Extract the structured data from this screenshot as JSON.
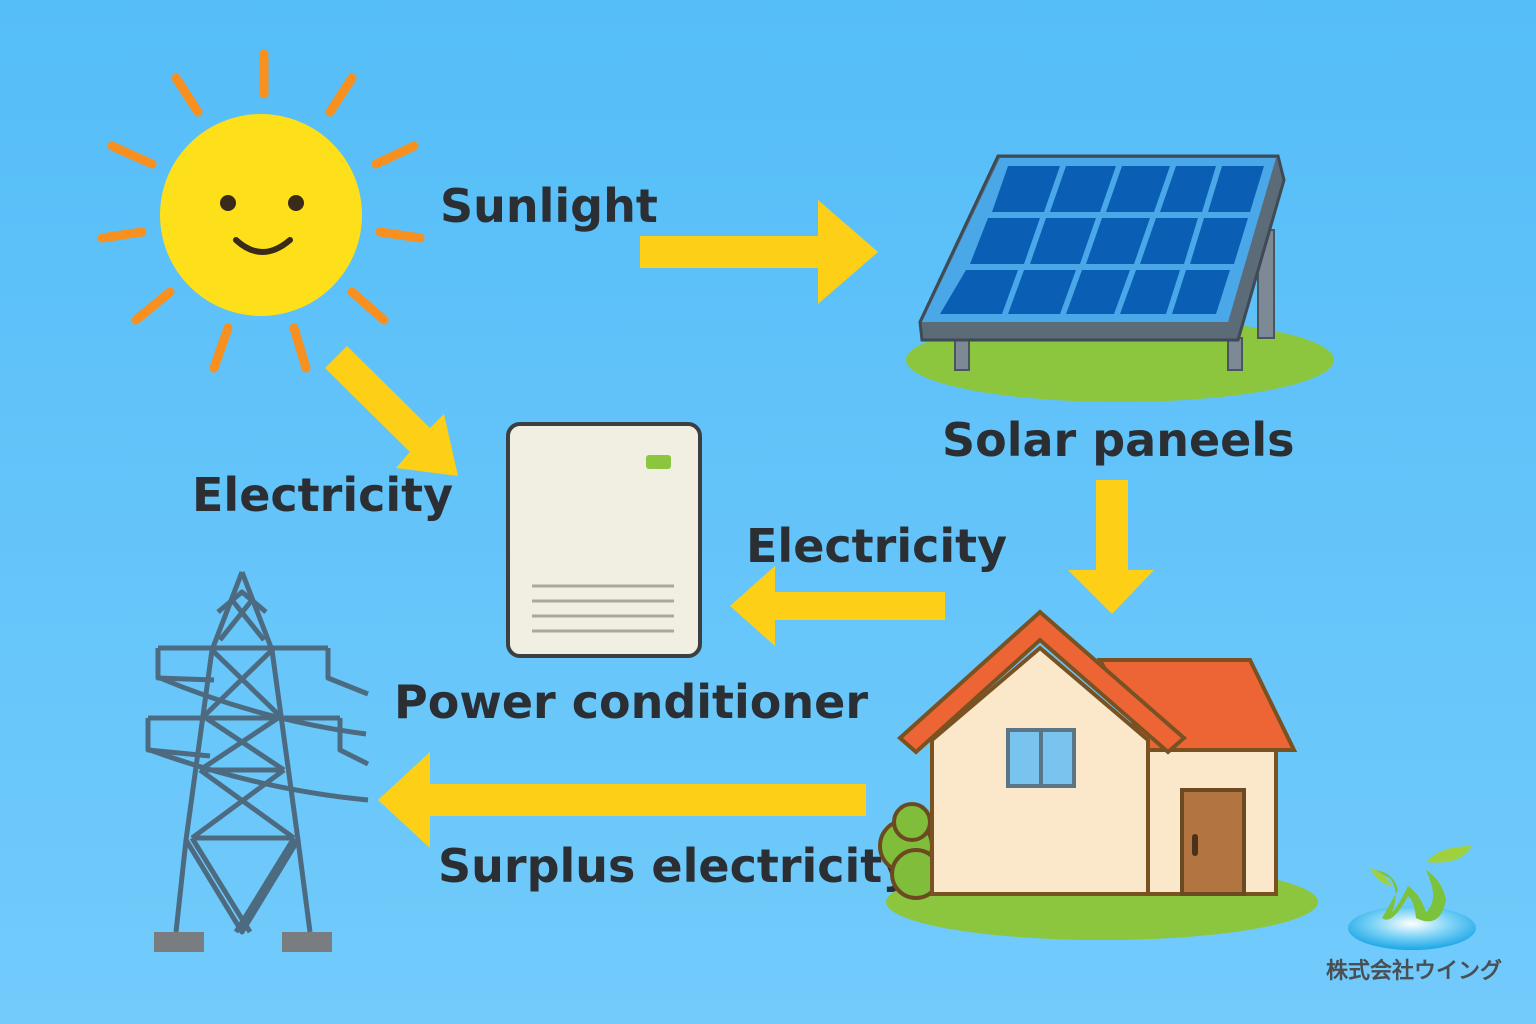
{
  "labels": {
    "sunlight": "Sunlight",
    "solar_panels": "Solar paneels",
    "electricity_left": "Electricity",
    "electricity_middle": "Electricity",
    "power_conditioner": "Power conditioner",
    "surplus": "Surplus electricity"
  },
  "logo": {
    "company": "株式会社ウイング"
  },
  "colors": {
    "sky": "#5bbff8",
    "arrow": "#fdd017",
    "sun": "#fde01a",
    "ray": "#f7901e",
    "roof": "#ee6535",
    "grass": "#8cc63f",
    "panel": "#0a5fb4"
  }
}
